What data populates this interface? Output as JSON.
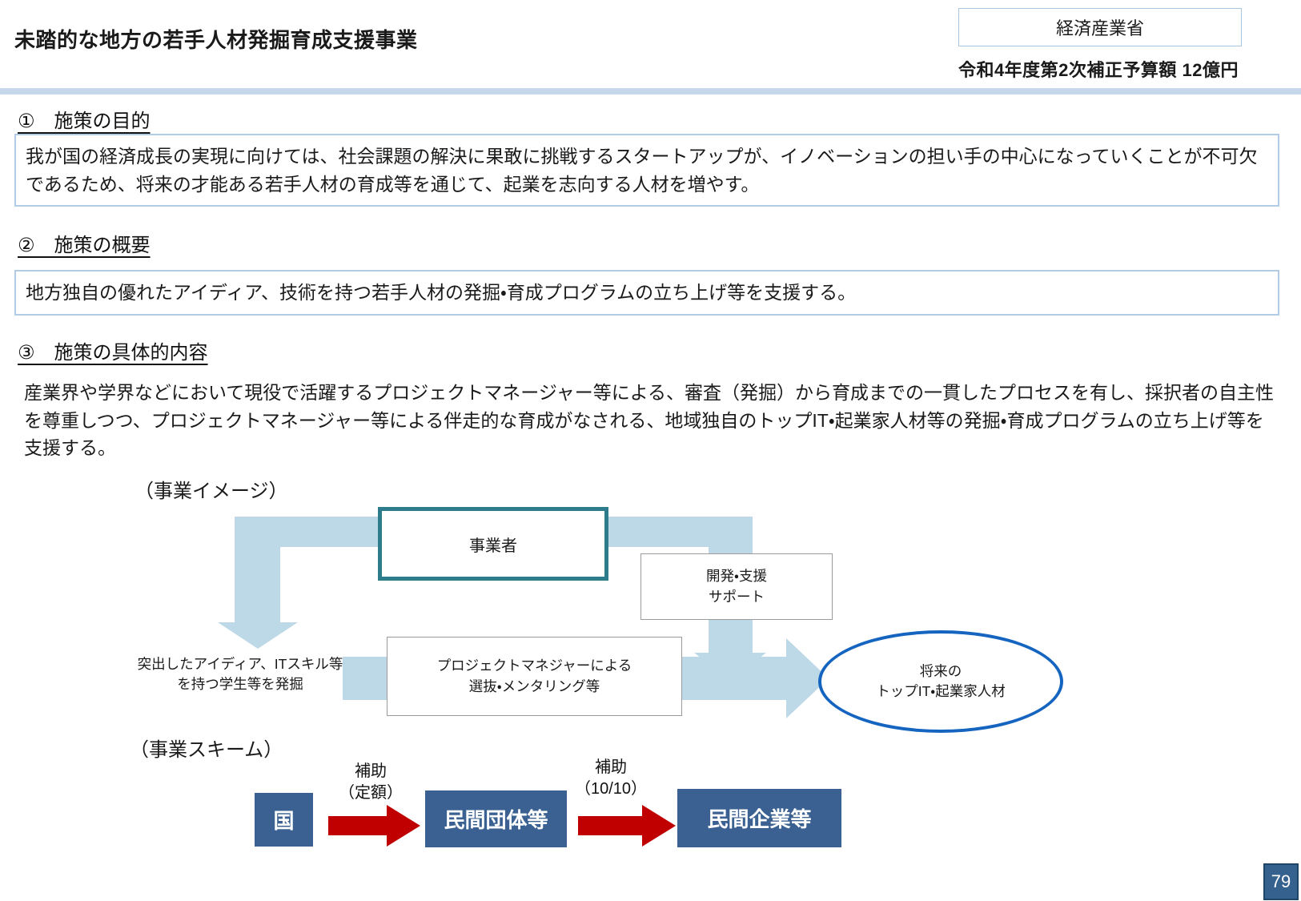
{
  "header": {
    "title": "未踏的な地方の若手人材発掘育成支援事業",
    "ministry": "経済産業省",
    "budget": "令和4年度第2次補正予算額 12億円"
  },
  "sections": {
    "purpose": {
      "heading": "①　施策の目的",
      "body": "我が国の経済成長の実現に向けては、社会課題の解決に果敢に挑戦するスタートアップが、イノベーションの担い手の中心になっていくことが不可欠であるため、将来の才能ある若手人材の育成等を通じて、起業を志向する人材を増やす。"
    },
    "overview": {
      "heading": "②　施策の概要",
      "body": "地方独自の優れたアイディア、技術を持つ若手人材の発掘・育成プログラムの立ち上げ等を支援する。"
    },
    "details": {
      "heading": "③　施策の具体的内容",
      "body": "産業界や学界などにおいて現役で活躍するプロジェクトマネージャー等による、審査（発掘）から育成までの一貫したプロセスを有し、採択者の自主性を尊重しつつ、プロジェクトマネージャー等による伴走的な育成がなされる、地域独自のトップIT・起業家人材等の発掘・育成プログラムの立ち上げ等を支援する。"
    }
  },
  "image_diagram": {
    "label": "（事業イメージ）",
    "provider_box": "事業者",
    "support_box": {
      "line1": "開発・支援",
      "line2": "サポート"
    },
    "discover_text": {
      "line1": "突出したアイディア、ITスキル等",
      "line2": "を持つ学生等を発掘"
    },
    "pm_box": {
      "line1": "プロジェクトマネジャーによる",
      "line2": "選抜・メンタリング等"
    },
    "goal_ellipse": {
      "line1": "将来の",
      "line2": "トップIT・起業家人材"
    }
  },
  "scheme_diagram": {
    "label": "（事業スキーム）",
    "node_country": "国",
    "node_org": "民間団体等",
    "node_company": "民間企業等",
    "arrow1_label": {
      "line1": "補助",
      "line2": "（定額）"
    },
    "arrow2_label": {
      "line1": "補助",
      "line2": "（10/10）"
    }
  },
  "page_number": "79",
  "colors": {
    "light_arrow": "#BDD9E7",
    "header_bar": "#C7D7EB",
    "section_border": "#B3CCE6",
    "provider_border": "#2E7B8C",
    "goal_ellipse_border": "#1565C0",
    "navy_box": "#3A6191",
    "red_arrow": "#C00000",
    "page_badge_bg": "#35618F"
  }
}
